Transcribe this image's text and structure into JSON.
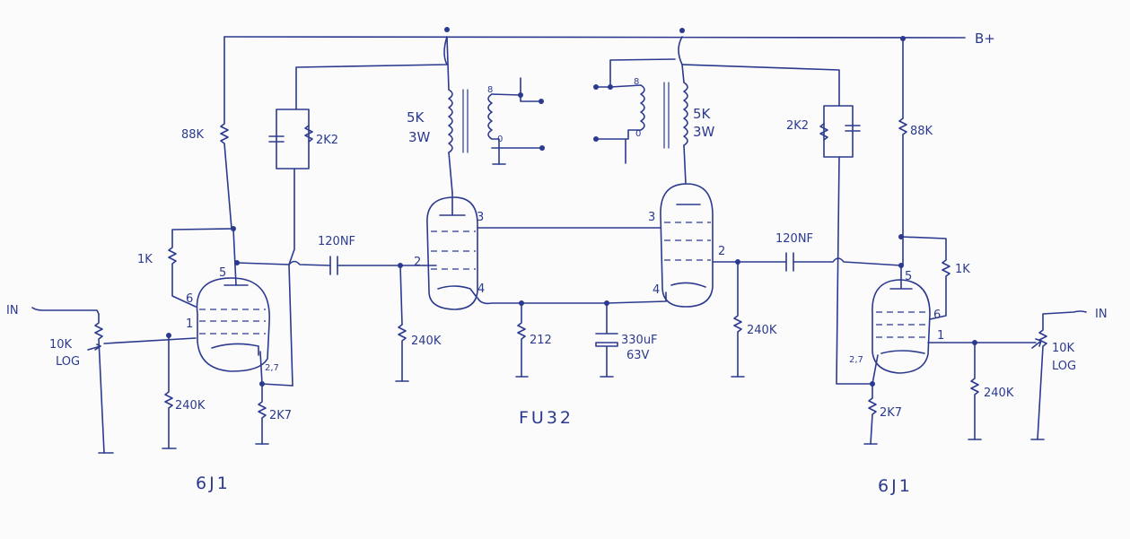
{
  "supply": {
    "label": "B+"
  },
  "left": {
    "input": "IN",
    "pot": [
      "10K",
      "LOG"
    ],
    "r_grid": "240K",
    "r_plate": "88K",
    "r_screen": "1K",
    "r_cathode": "2K7",
    "rc_feedback": "2K2",
    "coupling_cap": "120NF",
    "pin_plate": "5",
    "pin_screen": "6",
    "pin_grid": "1",
    "pin_cathode": "2,7",
    "tube": "6J1"
  },
  "right": {
    "input": "IN",
    "pot": [
      "10K",
      "LOG"
    ],
    "r_grid": "240K",
    "r_plate": "88K",
    "r_screen": "1K",
    "r_cathode": "2K7",
    "rc_feedback": "2K2",
    "coupling_cap": "120NF",
    "pin_plate": "5",
    "pin_screen": "6",
    "pin_grid": "1",
    "pin_cathode": "2,7",
    "tube": "6J1"
  },
  "output": {
    "transformer_left": [
      "5K",
      "3W"
    ],
    "transformer_right": [
      "5K",
      "3W"
    ],
    "tap_8": "8",
    "tap_0": "0",
    "grid_left": "240K",
    "grid_right": "240K",
    "cathode_r": "212",
    "cathode_cap": [
      "330uF",
      "63V"
    ],
    "pin3": "3",
    "pin2": "2",
    "pin4": "4",
    "tube": "FU32"
  }
}
